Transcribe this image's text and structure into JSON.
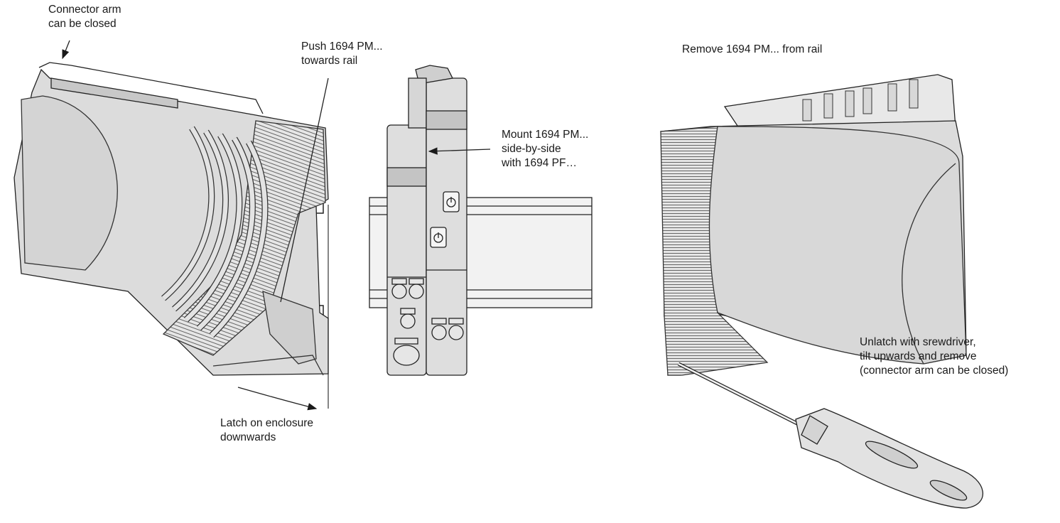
{
  "labels": {
    "connector_arm": [
      "Connector arm",
      "can be closed"
    ],
    "push_towards_rail": [
      "Push  1694 PM...",
      "towards rail"
    ],
    "latch_downwards": [
      "Latch on enclosure",
      "downwards"
    ],
    "mount_side_by_side": [
      "Mount 1694 PM...",
      "side-by-side",
      "with 1694 PF…"
    ],
    "remove_from_rail": [
      "Remove 1694 PM... from rail"
    ],
    "unlatch_screwdriver": [
      "Unlatch with srewdriver,",
      "tilt upwards and remove",
      "(connector arm can be closed)"
    ]
  },
  "colors": {
    "outline": "#222222",
    "housing_fill": "#dcdcdc",
    "housing_dark": "#c8c8c8",
    "hatch": "#555555",
    "background": "#ffffff"
  },
  "icons": [
    "power-button-icon",
    "screwdriver-icon",
    "din-rail-icon",
    "arrow-icon"
  ]
}
